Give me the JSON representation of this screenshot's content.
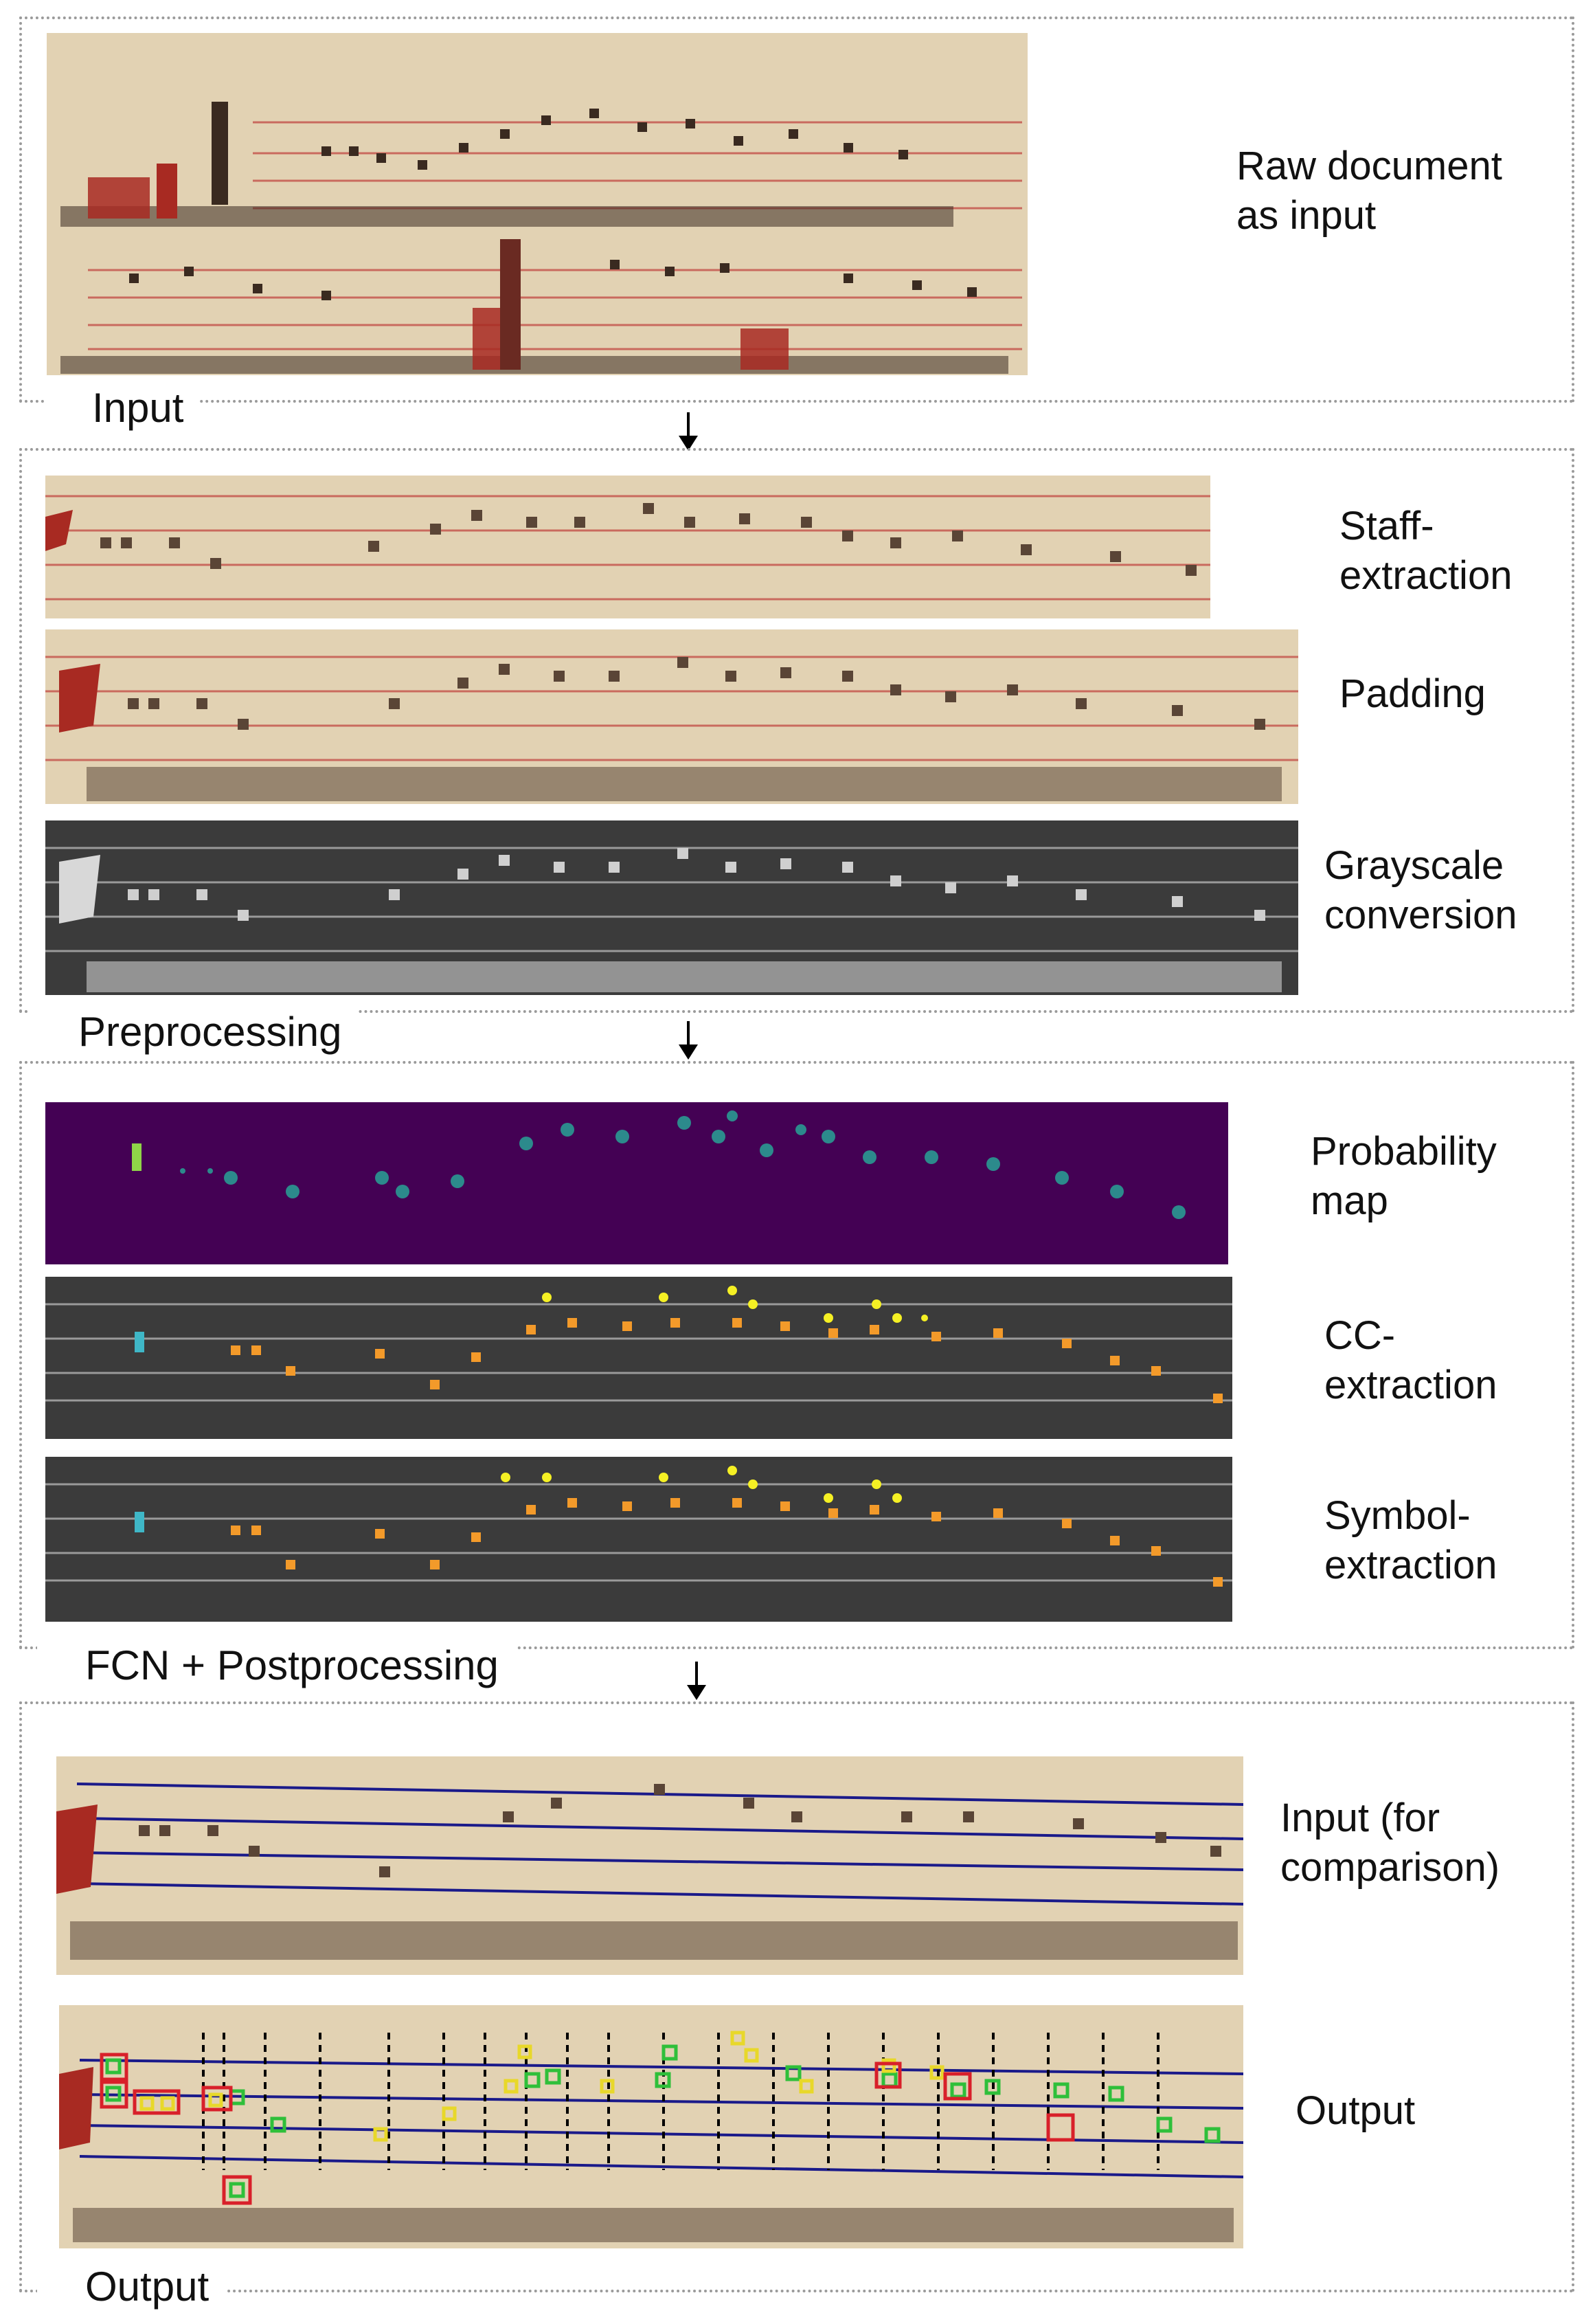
{
  "sections": [
    {
      "label": "Input",
      "steps": [
        {
          "label": "Raw document as input"
        }
      ]
    },
    {
      "label": "Preprocessing",
      "steps": [
        {
          "label": "Staff-extraction"
        },
        {
          "label": "Padding"
        },
        {
          "label": "Grayscale conversion"
        }
      ]
    },
    {
      "label": "FCN + Postprocessing",
      "steps": [
        {
          "label": "Probability map"
        },
        {
          "label": "CC-extraction"
        },
        {
          "label": "Symbol-extraction"
        }
      ]
    },
    {
      "label": "Output",
      "steps": [
        {
          "label": "Input (for comparison)"
        },
        {
          "label": "Output"
        }
      ]
    }
  ],
  "colors": {
    "parchment": "#e2d2b3",
    "staff_line": "#c96a5e",
    "ink": "#3a2a20",
    "rubric": "#a82a22",
    "prob_background": "#440154",
    "prob_blob": "#2c8a8c",
    "prob_peak": "#8fd448",
    "grayscale_background": "#3b3b3b",
    "cc_orange": "#f39a2a",
    "cc_yellow": "#f5f024",
    "cc_cyan": "#3fb7c7",
    "output_staff_line": "#1a1a8a",
    "output_green": "#2fbf3a",
    "output_yellow": "#e8d82a",
    "output_red": "#d8202a"
  }
}
